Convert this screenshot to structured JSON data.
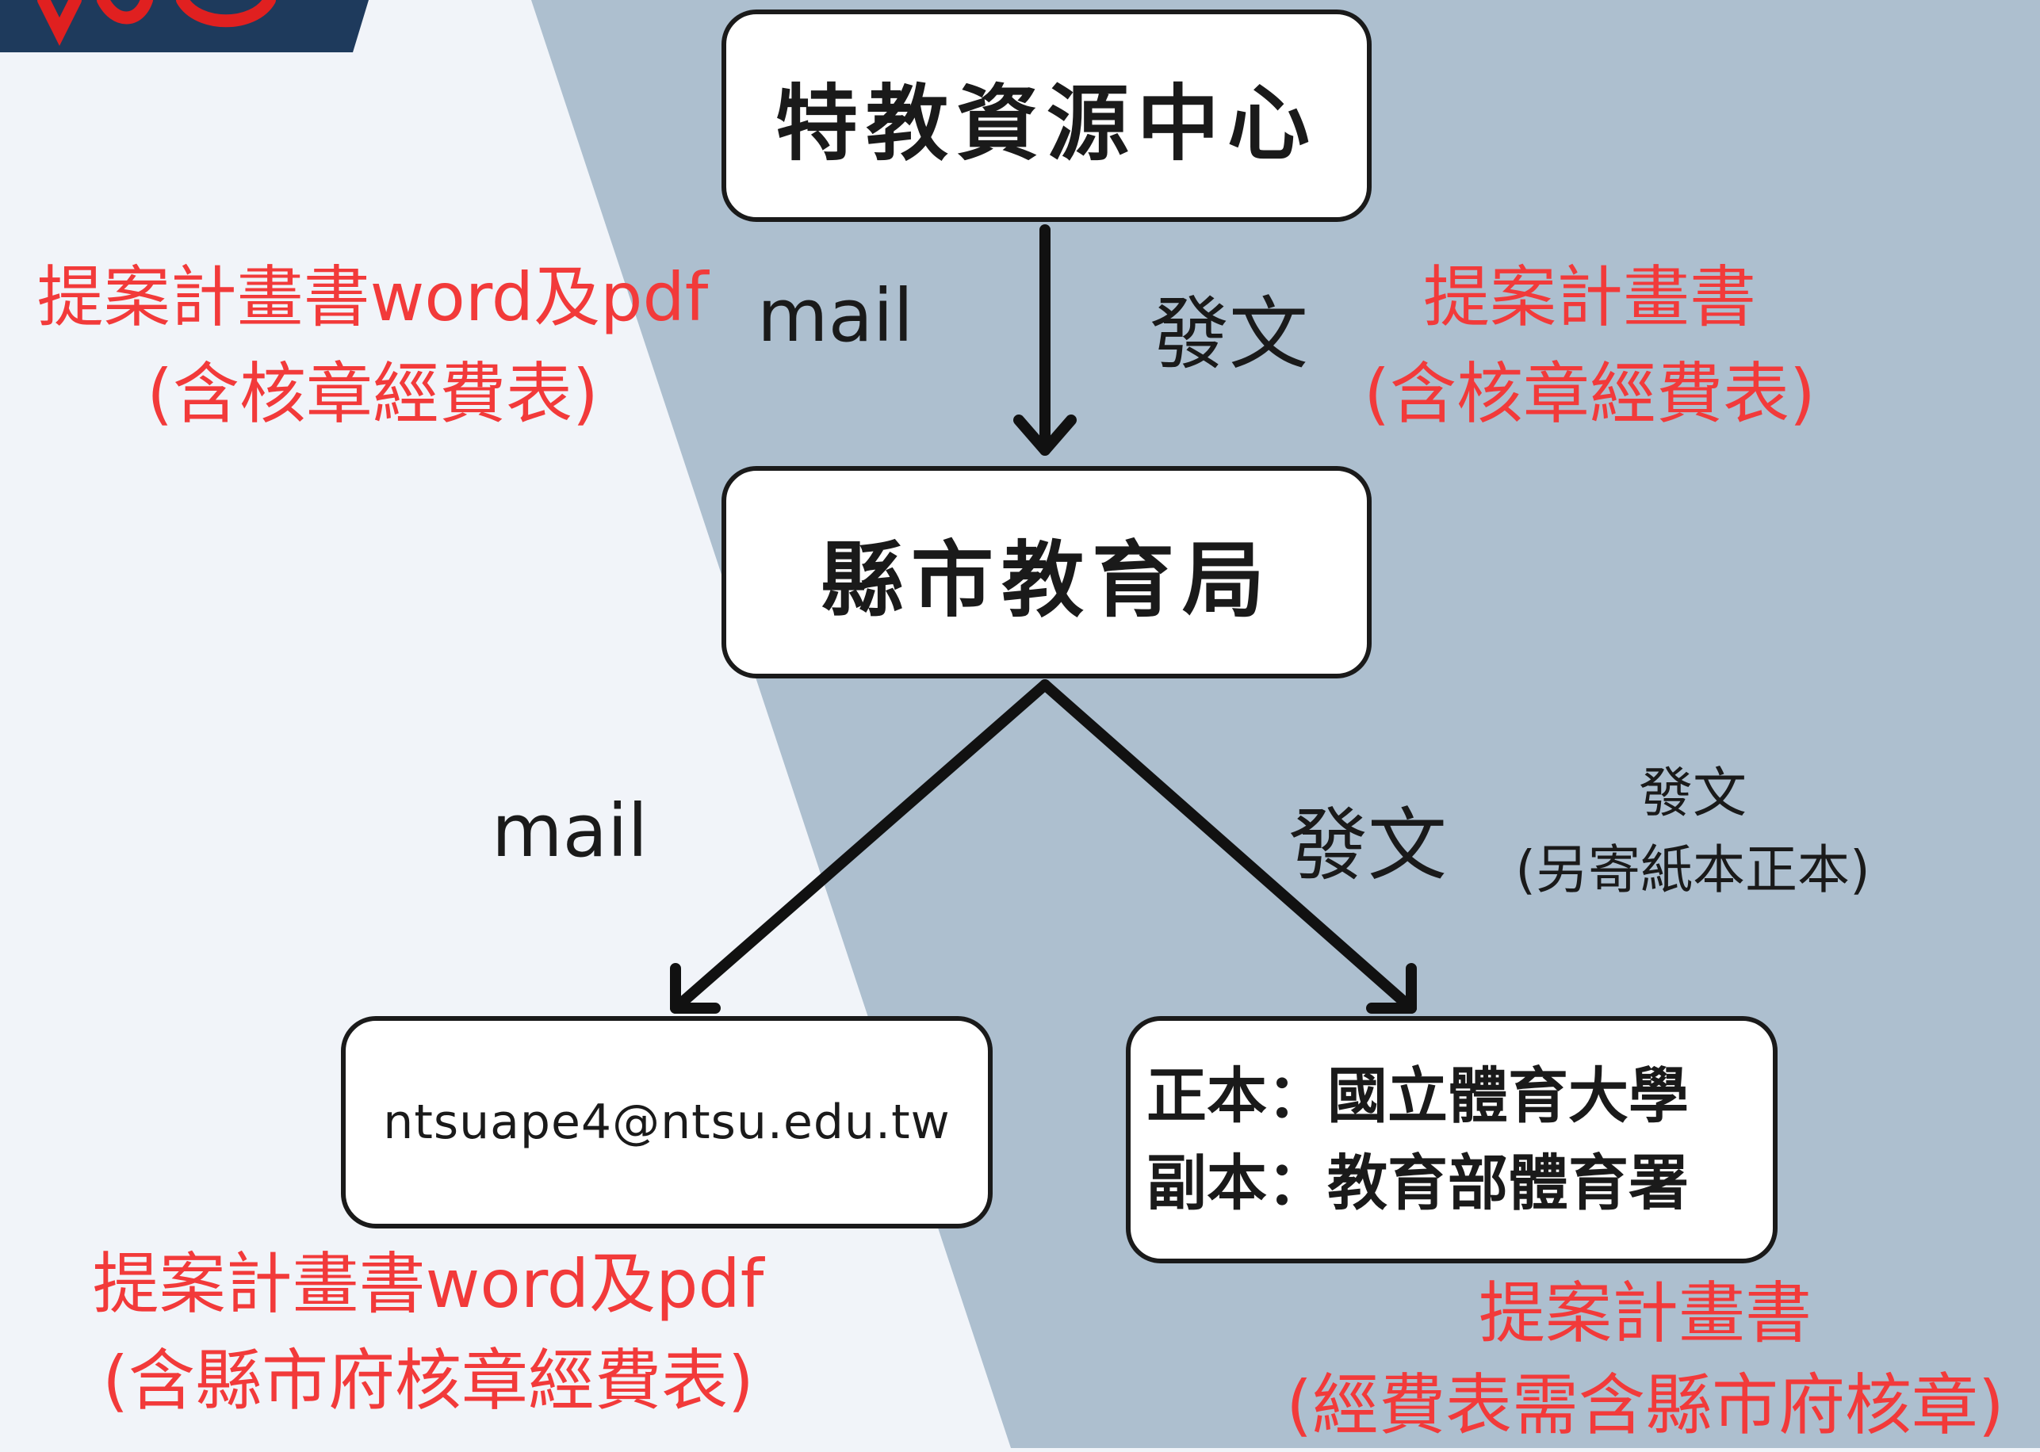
{
  "nodes": {
    "center": {
      "title": "特教資源中心"
    },
    "bureau": {
      "title": "縣市教育局"
    },
    "email": {
      "text": "ntsuape4@ntsu.edu.tw"
    },
    "agency": {
      "line1": "正本：國立體育大學",
      "line2": "副本：教育部體育署"
    }
  },
  "edges": {
    "top_mail": "mail",
    "top_dispatch": "發文",
    "left_mail": "mail",
    "right_dispatch": "發文",
    "right_note_line1": "發文",
    "right_note_line2": "(另寄紙本正本)"
  },
  "annotations": {
    "top_left_line1": "提案計畫書word及pdf",
    "top_left_line2": "(含核章經費表)",
    "top_right_line1": "提案計畫書",
    "top_right_line2": "(含核章經費表)",
    "bottom_left_line1": "提案計畫書word及pdf",
    "bottom_left_line2": "(含縣市府核章經費表)",
    "bottom_right_line1": "提案計畫書",
    "bottom_right_line2": "(經費表需含縣市府核章)"
  },
  "colors": {
    "page_bg": "#f1f4f9",
    "panel_bg": "#adbfcf",
    "corner_dark": "#1e3a5c",
    "corner_red": "#e02020",
    "annotation_red": "#f23a3a",
    "text_dark": "#1a1a1a"
  }
}
